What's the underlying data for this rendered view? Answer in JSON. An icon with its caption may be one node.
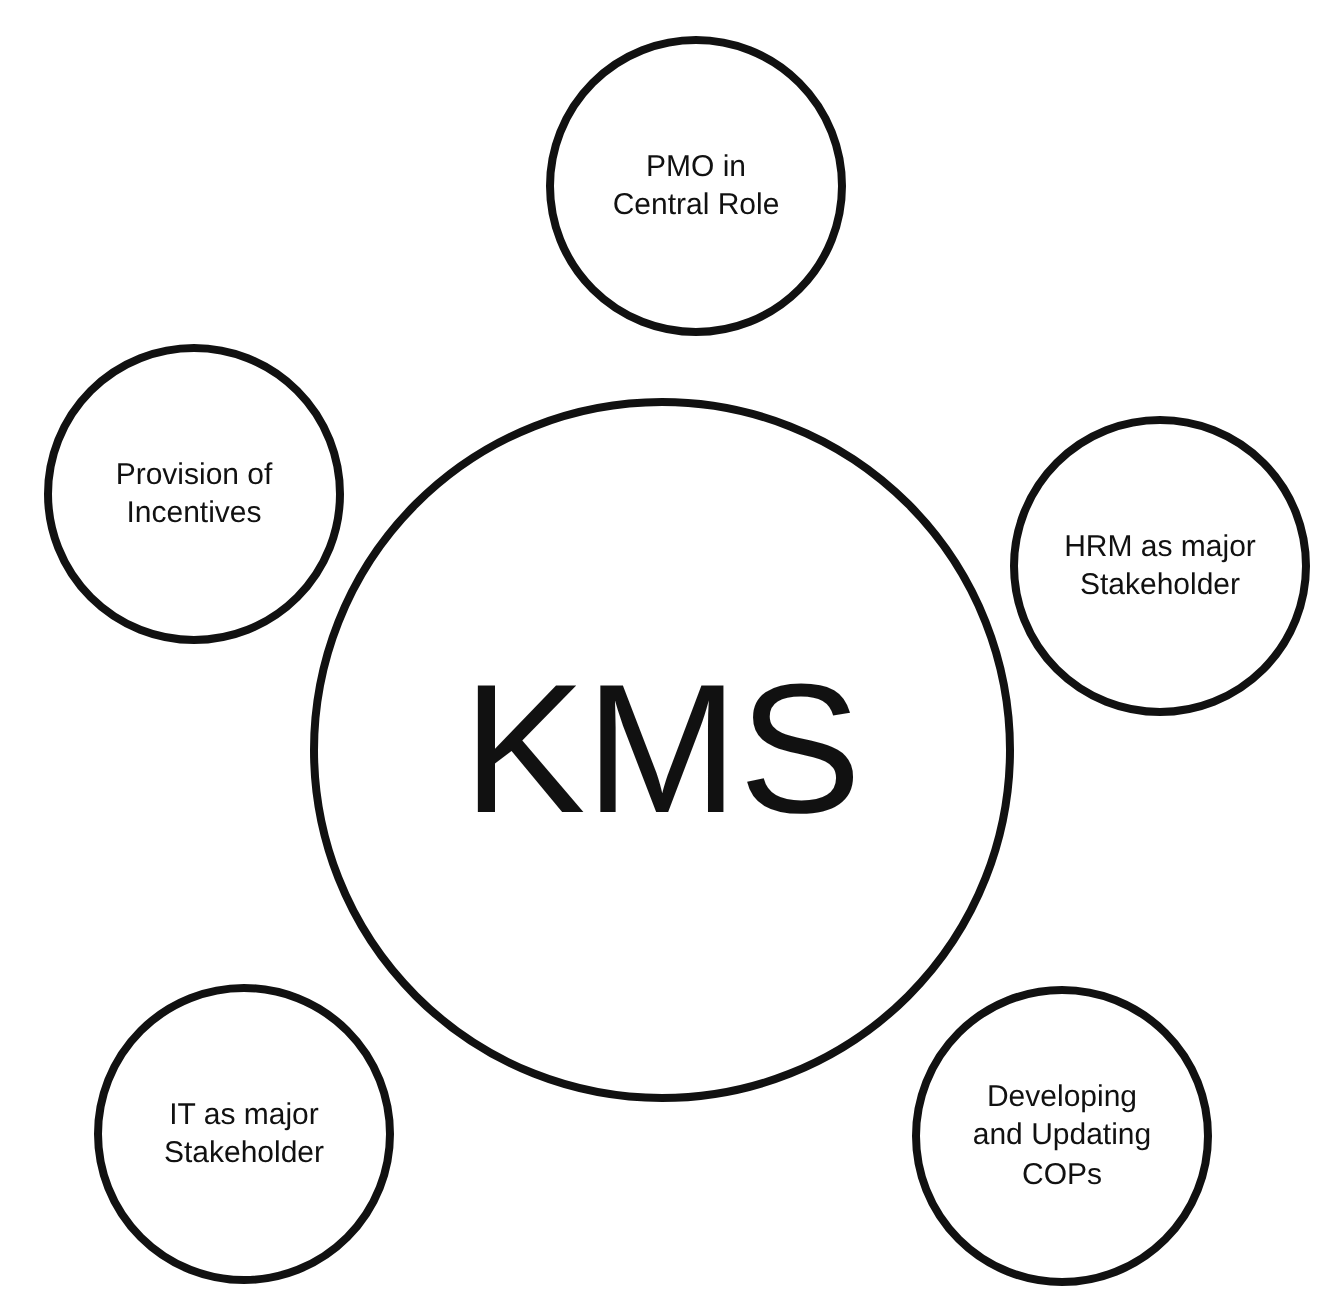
{
  "diagram": {
    "nodes": [
      {
        "text": [
          "KMS"
        ]
      },
      {
        "text": [
          "PMO in Central Role"
        ]
      },
      {
        "text": [
          "HRM as major Stakeholder"
        ]
      },
      {
        "text": [
          "Developing and Updating COPs"
        ]
      },
      {
        "text": [
          "IT as major Stakeholder"
        ]
      },
      {
        "text": [
          "Provision of Incentives"
        ]
      }
    ]
  }
}
